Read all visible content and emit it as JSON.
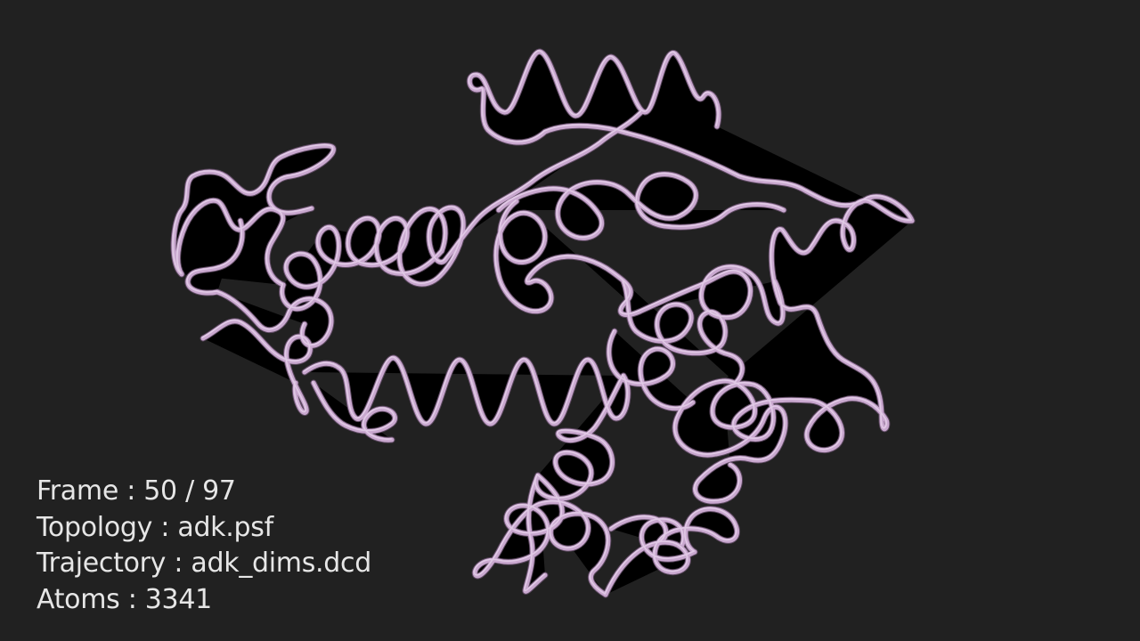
{
  "overlay": {
    "frame_label": "Frame",
    "frame_current": "50",
    "frame_total": "97",
    "topology_label": "Topology",
    "topology_value": "adk.psf",
    "trajectory_label": "Trajectory",
    "trajectory_value": "adk_dims.dcd",
    "atoms_label": "Atoms",
    "atoms_value": "3341"
  },
  "style": {
    "background": "#212121",
    "backbone_color": "#c9a8cf",
    "text_color": "#e6e6e6"
  }
}
